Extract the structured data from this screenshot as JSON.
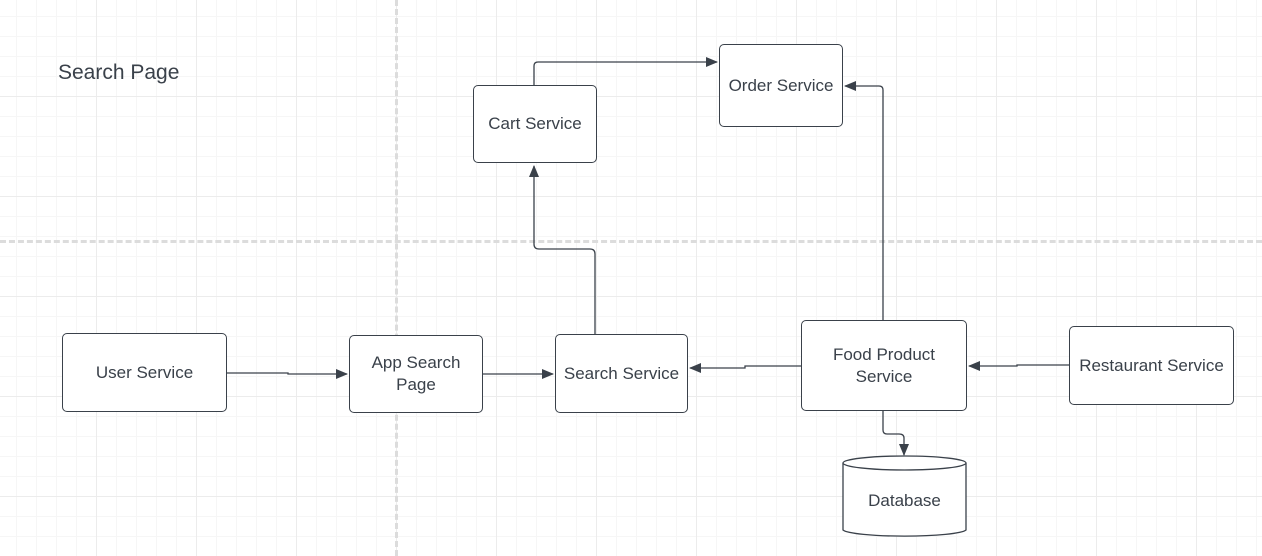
{
  "page": {
    "title": "Search Page"
  },
  "nodes": {
    "user_service": "User Service",
    "app_search_page": "App Search Page",
    "search_service": "Search Service",
    "cart_service": "Cart Service",
    "order_service": "Order Service",
    "food_product_service": "Food Product Service",
    "restaurant_service": "Restaurant Service",
    "database": "Database"
  },
  "edges": [
    {
      "from": "User Service",
      "to": "App Search Page"
    },
    {
      "from": "App Search Page",
      "to": "Search Service"
    },
    {
      "from": "Search Service",
      "to": "Cart Service"
    },
    {
      "from": "Cart Service",
      "to": "Order Service"
    },
    {
      "from": "Food Product Service",
      "to": "Search Service"
    },
    {
      "from": "Food Product Service",
      "to": "Order Service"
    },
    {
      "from": "Restaurant Service",
      "to": "Food Product Service"
    },
    {
      "from": "Food Product Service",
      "to": "Database"
    }
  ],
  "colors": {
    "stroke": "#3a414a",
    "grid": "#ececec",
    "divider": "#dcdcdc"
  }
}
